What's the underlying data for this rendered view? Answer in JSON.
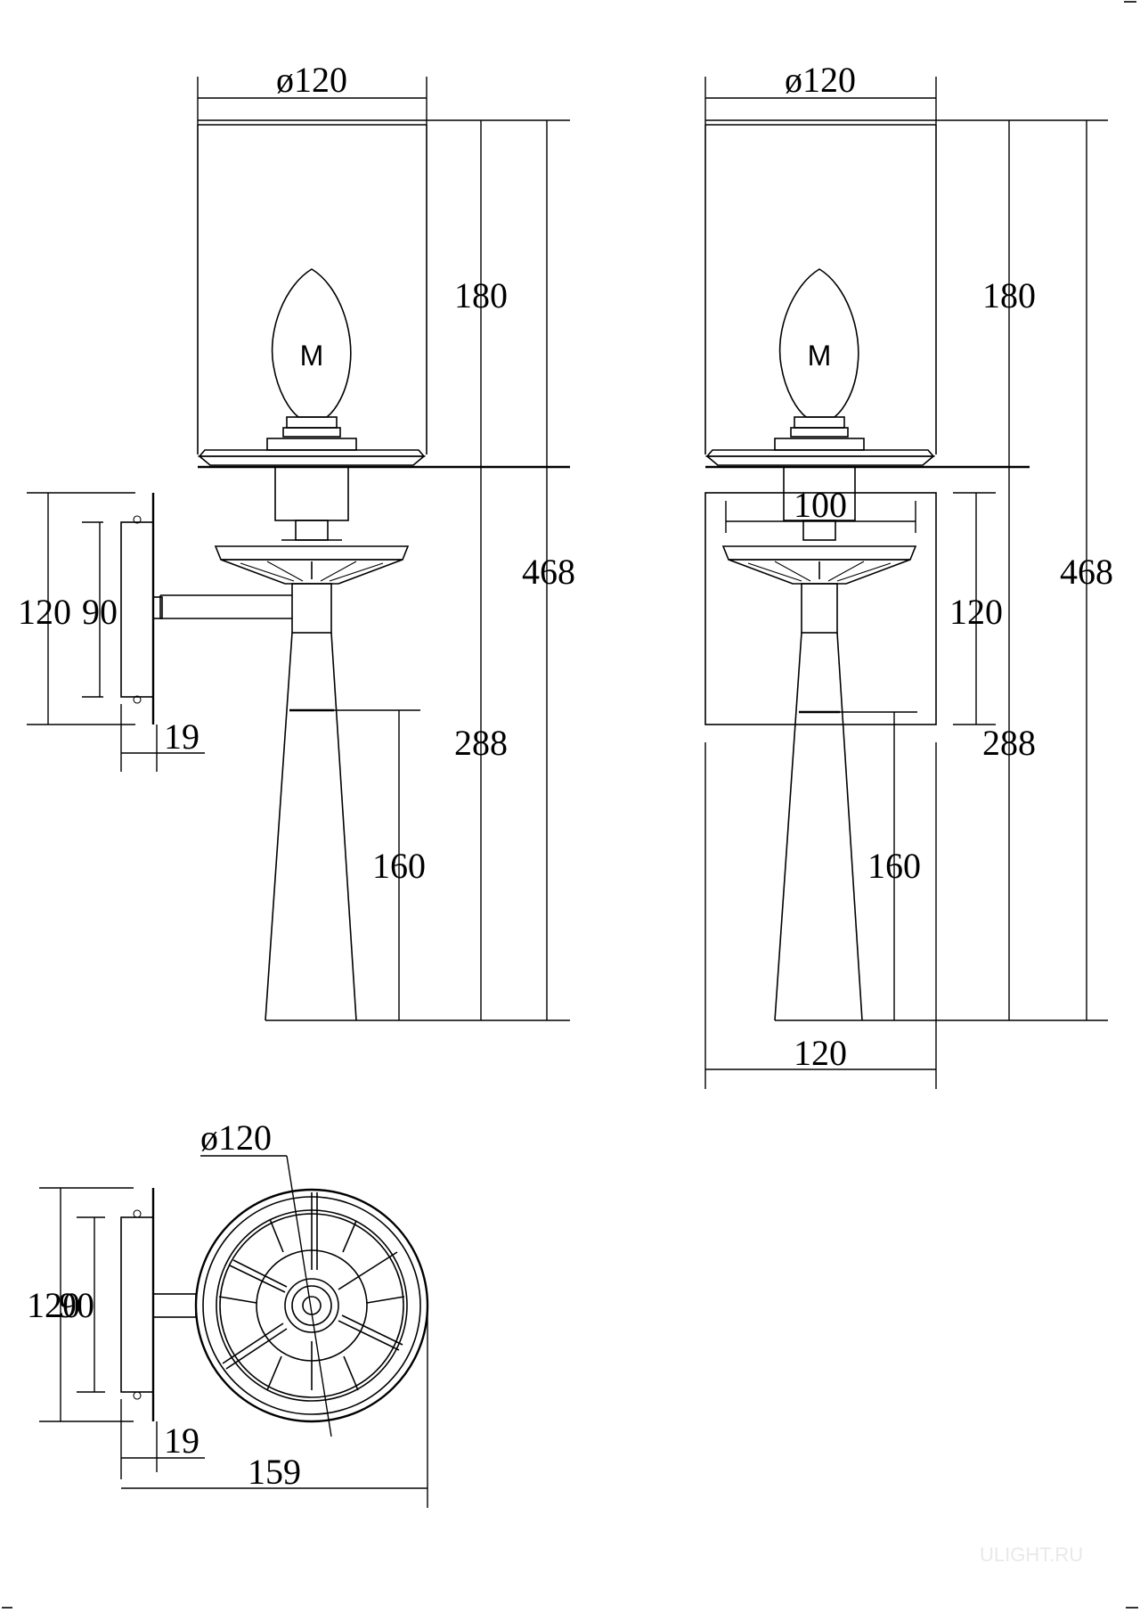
{
  "side_view": {
    "shade_diameter": "ø120",
    "shade_height": "180",
    "total_height": "468",
    "plate_height": "120",
    "plate_inner": "90",
    "plate_depth": "19",
    "arm_height": "288",
    "base_height": "160",
    "bulb_mark": "M"
  },
  "front_view": {
    "shade_diameter": "ø120",
    "shade_height": "180",
    "total_height": "468",
    "plate_width": "100",
    "plate_height": "120",
    "arm_height": "288",
    "base_height": "160",
    "base_width": "120",
    "bulb_mark": "M"
  },
  "top_view": {
    "shade_diameter": "ø120",
    "plate_height": "120",
    "plate_inner": "90",
    "plate_depth": "19",
    "total_depth": "159"
  },
  "watermark": "ULIGHT.RU"
}
